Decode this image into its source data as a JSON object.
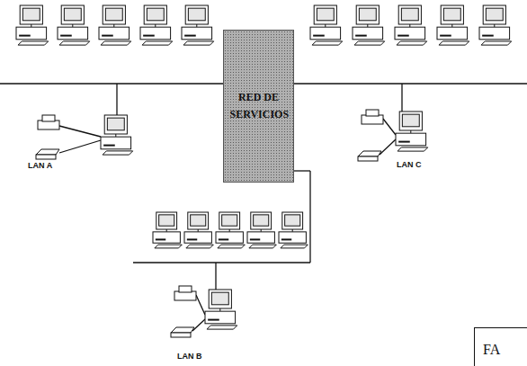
{
  "diagram": {
    "nodes": [
      {
        "text": [
          "RED DE SERVICIOS"
        ]
      },
      {
        "text": [
          "FA"
        ]
      }
    ],
    "labels": [
      "LAN A",
      "LAN C",
      "LAN B"
    ]
  }
}
